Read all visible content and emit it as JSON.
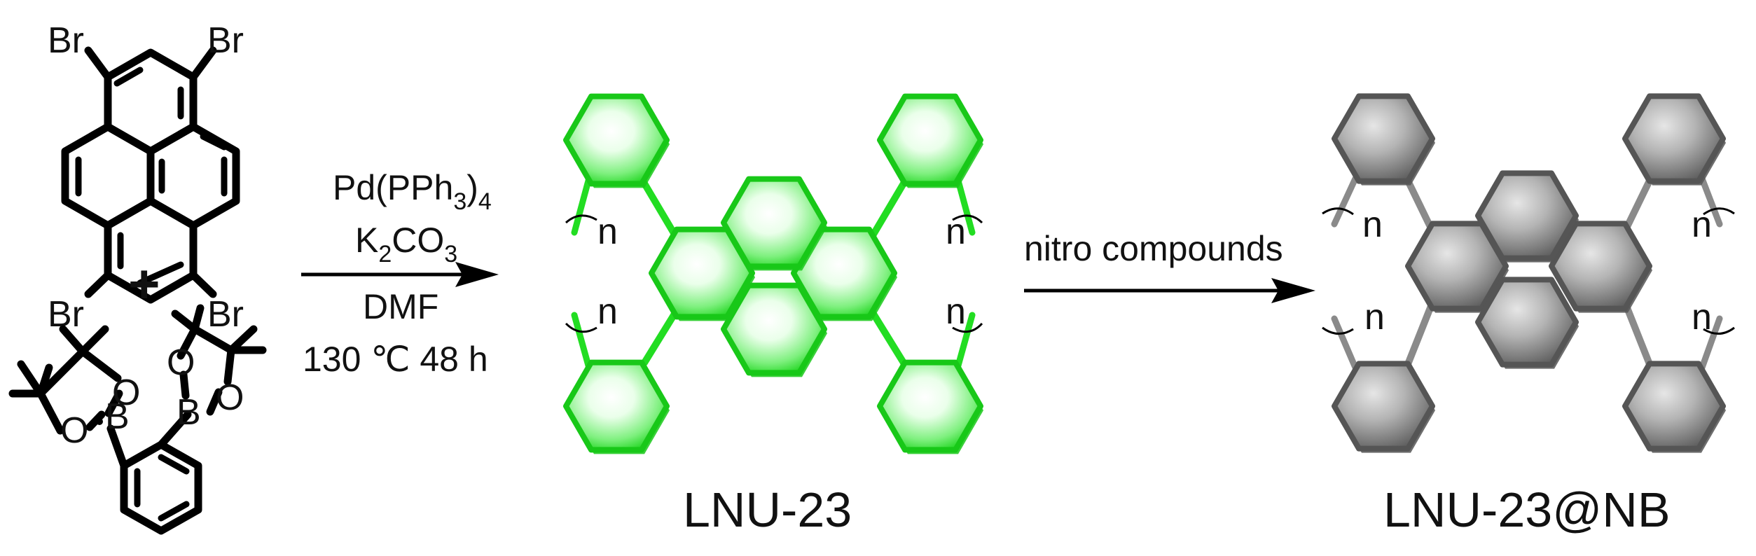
{
  "reactant1": {
    "substituent_labels": [
      "Br",
      "Br",
      "Br",
      "Br"
    ]
  },
  "plus": "+",
  "reactant2": {
    "boron": [
      "B",
      "B"
    ],
    "oxygen": [
      "O",
      "O",
      "O",
      "O"
    ]
  },
  "step1": {
    "catalyst": {
      "main": "Pd(PPh",
      "sub1": "3",
      "close": ")",
      "sub2": "4"
    },
    "base": {
      "main": "K",
      "sub1": "2",
      "mid": "CO",
      "sub2": "3"
    },
    "solvent": "DMF",
    "conditions": "130 ℃ 48 h"
  },
  "product1": {
    "name": "LNU-23",
    "color": "#22dd22",
    "repeat_labels": [
      "n",
      "n",
      "n",
      "n"
    ]
  },
  "step2": {
    "label": "nitro compounds"
  },
  "product2": {
    "name": "LNU-23@NB",
    "color": "#8a8a8a",
    "repeat_labels": [
      "n",
      "n",
      "n",
      "n"
    ]
  }
}
